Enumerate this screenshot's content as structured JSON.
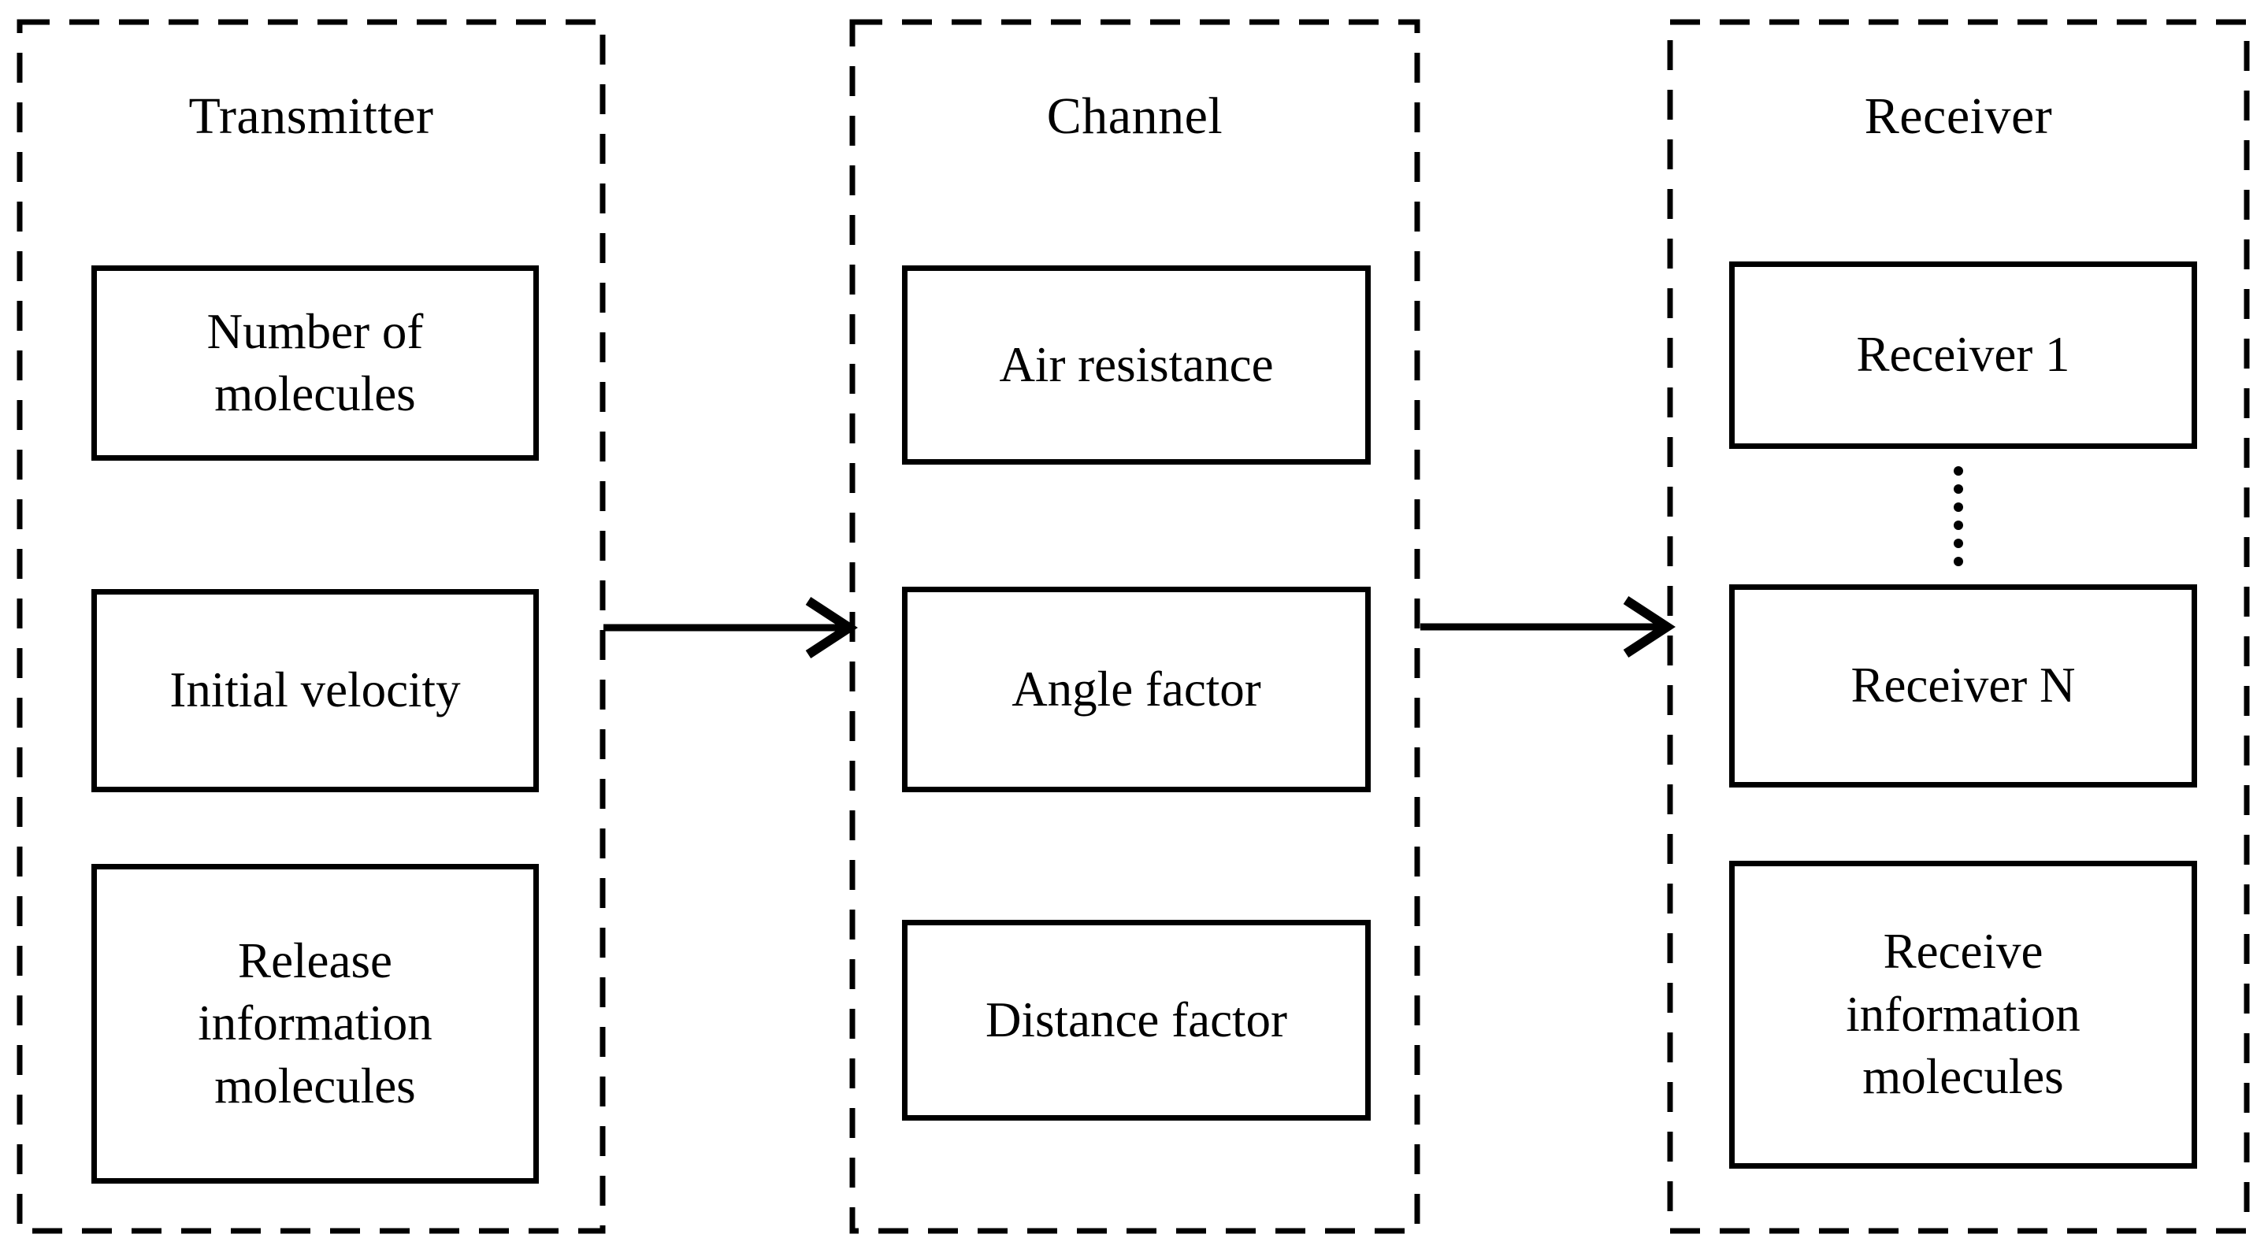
{
  "diagram": {
    "columns": [
      {
        "title": "Transmitter",
        "boxes": [
          {
            "label": "Number of molecules"
          },
          {
            "label": "Initial velocity"
          },
          {
            "label": "Release information molecules"
          }
        ]
      },
      {
        "title": "Channel",
        "boxes": [
          {
            "label": "Air resistance"
          },
          {
            "label": "Angle factor"
          },
          {
            "label": "Distance factor"
          }
        ]
      },
      {
        "title": "Receiver",
        "boxes": [
          {
            "label": "Receiver 1"
          },
          {
            "label": "Receiver N"
          },
          {
            "label": "Receive information molecules"
          }
        ]
      }
    ],
    "icons": {
      "flow_arrow": "→",
      "vertical_ellipsis": "⋮"
    },
    "colors": {
      "stroke": "#000000",
      "background": "#ffffff"
    }
  }
}
